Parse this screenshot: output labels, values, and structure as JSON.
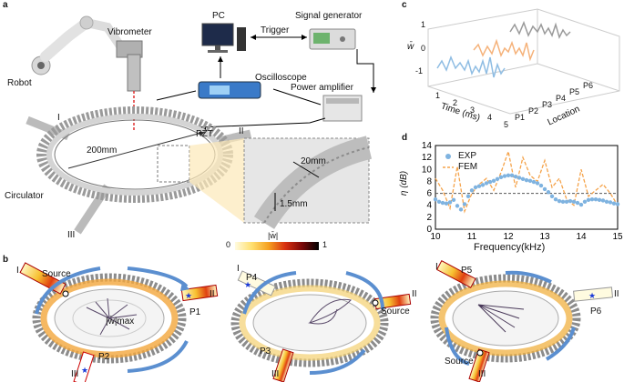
{
  "panel_a": {
    "letter": "a",
    "robot": "Robot",
    "vibrometer": "Vibrometer",
    "pc": "PC",
    "trigger": "Trigger",
    "signal_generator": "Signal generator",
    "oscilloscope": "Oscilloscope",
    "power_amplifier": "Power amplifier",
    "pzt": "PZT",
    "port_1": "I",
    "port_2": "II",
    "port_3": "III",
    "diameter": "200mm",
    "circulator": "Circulator",
    "dim_20": "20mm",
    "dim_15": "1.5mm",
    "colorbar_title": "|w̄|",
    "colorbar_min": "0",
    "colorbar_max": "1"
  },
  "panel_b": {
    "letter": "b",
    "c1": {
      "port_1": "I",
      "port_2": "II",
      "port_3": "III",
      "source": "Source",
      "max": "|w̄|max",
      "p1": "P1",
      "p2": "P2"
    },
    "c2": {
      "port_1": "I",
      "port_2": "II",
      "port_3": "III",
      "source": "Source",
      "p3": "P3",
      "p4": "P4"
    },
    "c3": {
      "port_1": "I",
      "port_2": "II",
      "port_3": "III",
      "source": "Source",
      "p5": "P5",
      "p6": "P6"
    }
  },
  "panel_c": {
    "letter": "c",
    "ylabel": "w̄",
    "yticks": [
      "1",
      "0",
      "-1"
    ],
    "time_label": "Time (ms)",
    "time_ticks": [
      "1",
      "2",
      "3",
      "4",
      "5"
    ],
    "location_label": "Location",
    "location_ticks": [
      "P1",
      "P2",
      "P3",
      "P4",
      "P5",
      "P6"
    ]
  },
  "panel_d": {
    "letter": "d",
    "ylabel": "η (dB)",
    "xlabel": "Frequency(kHz)",
    "legend_exp": "EXP",
    "legend_fem": "FEM",
    "chart_data": {
      "type": "line",
      "xlim": [
        10,
        15
      ],
      "ylim": [
        0,
        14
      ],
      "xticks": [
        "10",
        "11",
        "12",
        "13",
        "14",
        "15"
      ],
      "yticks": [
        "0",
        "2",
        "4",
        "6",
        "8",
        "10",
        "12",
        "14"
      ],
      "reference_line_y": 6,
      "series": [
        {
          "name": "EXP",
          "style": "circles",
          "color": "#7fb3e0",
          "x": [
            10.0,
            10.1,
            10.2,
            10.3,
            10.4,
            10.5,
            10.6,
            10.7,
            10.8,
            10.9,
            11.0,
            11.1,
            11.2,
            11.3,
            11.4,
            11.5,
            11.6,
            11.7,
            11.8,
            11.9,
            12.0,
            12.1,
            12.2,
            12.3,
            12.4,
            12.5,
            12.6,
            12.7,
            12.8,
            12.9,
            13.0,
            13.1,
            13.2,
            13.3,
            13.4,
            13.5,
            13.6,
            13.7,
            13.8,
            13.9,
            14.0,
            14.1,
            14.2,
            14.3,
            14.4,
            14.5,
            14.6,
            14.7,
            14.8,
            14.9,
            15.0
          ],
          "y": [
            5.0,
            4.6,
            4.4,
            4.3,
            4.5,
            4.9,
            3.9,
            3.3,
            4.2,
            5.5,
            6.5,
            7.0,
            7.2,
            7.4,
            7.7,
            7.9,
            8.1,
            8.4,
            8.7,
            8.9,
            9.0,
            9.0,
            8.8,
            8.6,
            8.4,
            8.2,
            8.1,
            7.9,
            7.7,
            7.3,
            6.7,
            6.2,
            5.5,
            5.0,
            4.7,
            4.6,
            4.6,
            4.7,
            4.6,
            4.4,
            4.1,
            4.6,
            4.9,
            5.0,
            5.0,
            4.9,
            4.8,
            4.6,
            4.5,
            4.3,
            4.2
          ]
        },
        {
          "name": "FEM",
          "style": "dashed",
          "color": "#f5a34a",
          "x": [
            10.0,
            10.2,
            10.4,
            10.6,
            10.8,
            11.0,
            11.2,
            11.4,
            11.6,
            11.8,
            12.0,
            12.2,
            12.4,
            12.6,
            12.8,
            13.0,
            13.2,
            13.4,
            13.6,
            13.8,
            14.0,
            14.2,
            14.4,
            14.6,
            14.8,
            15.0
          ],
          "y": [
            8.5,
            6.5,
            3.5,
            10.5,
            3.0,
            6.0,
            7.5,
            8.5,
            6.5,
            9.5,
            13.0,
            7.0,
            12.0,
            9.0,
            8.0,
            11.5,
            7.0,
            8.5,
            5.0,
            4.0,
            10.0,
            5.5,
            6.5,
            7.5,
            6.0,
            4.0
          ]
        }
      ]
    }
  }
}
